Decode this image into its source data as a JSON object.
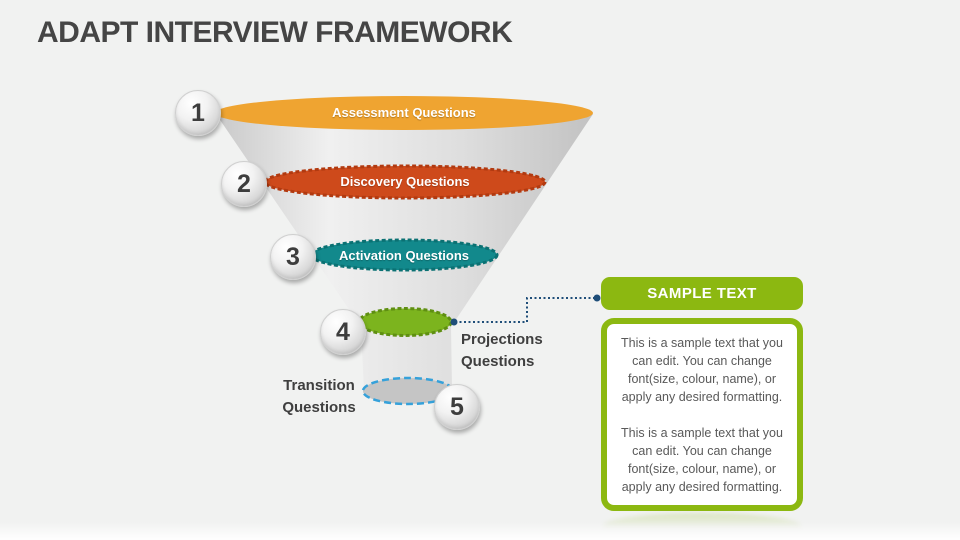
{
  "slide": {
    "title": "ADAPT INTERVIEW FRAMEWORK",
    "background_color": "#f1f2f1"
  },
  "funnel": {
    "body_color": "#d9d9d9",
    "levels": [
      {
        "number": "1",
        "label": "Assessment Questions",
        "color": "#EFA431",
        "label_placement": "inside"
      },
      {
        "number": "2",
        "label": "Discovery Questions",
        "color": "#CE4A1B",
        "label_placement": "inside"
      },
      {
        "number": "3",
        "label": "Activation Questions",
        "color": "#12898C",
        "label_placement": "inside"
      },
      {
        "number": "4",
        "label": "Projections Questions",
        "color": "#7CB41E",
        "label_placement": "outside-right"
      },
      {
        "number": "5",
        "label": "Transition Questions",
        "color": "#35A1DA",
        "label_placement": "outside-left"
      }
    ]
  },
  "callout": {
    "title": "SAMPLE TEXT",
    "accent_color": "#8CB811",
    "connector_color": "#1F4E79",
    "paragraphs": [
      "This is a sample text that you can edit. You can change font(size, colour, name), or apply any desired formatting.",
      "This is a sample text that you can edit. You can change font(size, colour, name), or apply any desired formatting."
    ]
  }
}
